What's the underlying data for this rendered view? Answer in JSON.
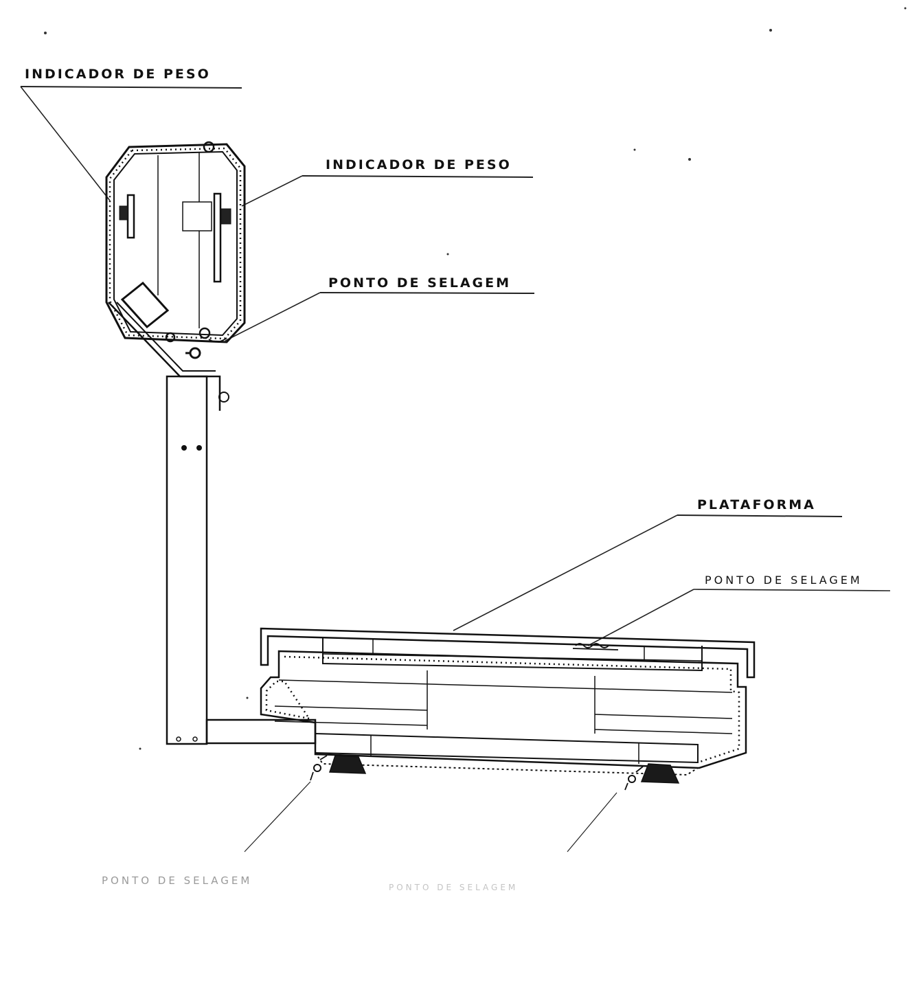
{
  "diagram": {
    "labels": {
      "indicator_left": "INDICADOR DE PESO",
      "indicator_right": "INDICADOR DE PESO",
      "seal_indicator": "PONTO DE SELAGEM",
      "platform": "PLATAFORMA",
      "seal_platform": "PONTO DE SELAGEM",
      "seal_foot_left": "PONTO DE SELAGEM",
      "seal_foot_right": "PONTO DE SELAGEM"
    }
  }
}
